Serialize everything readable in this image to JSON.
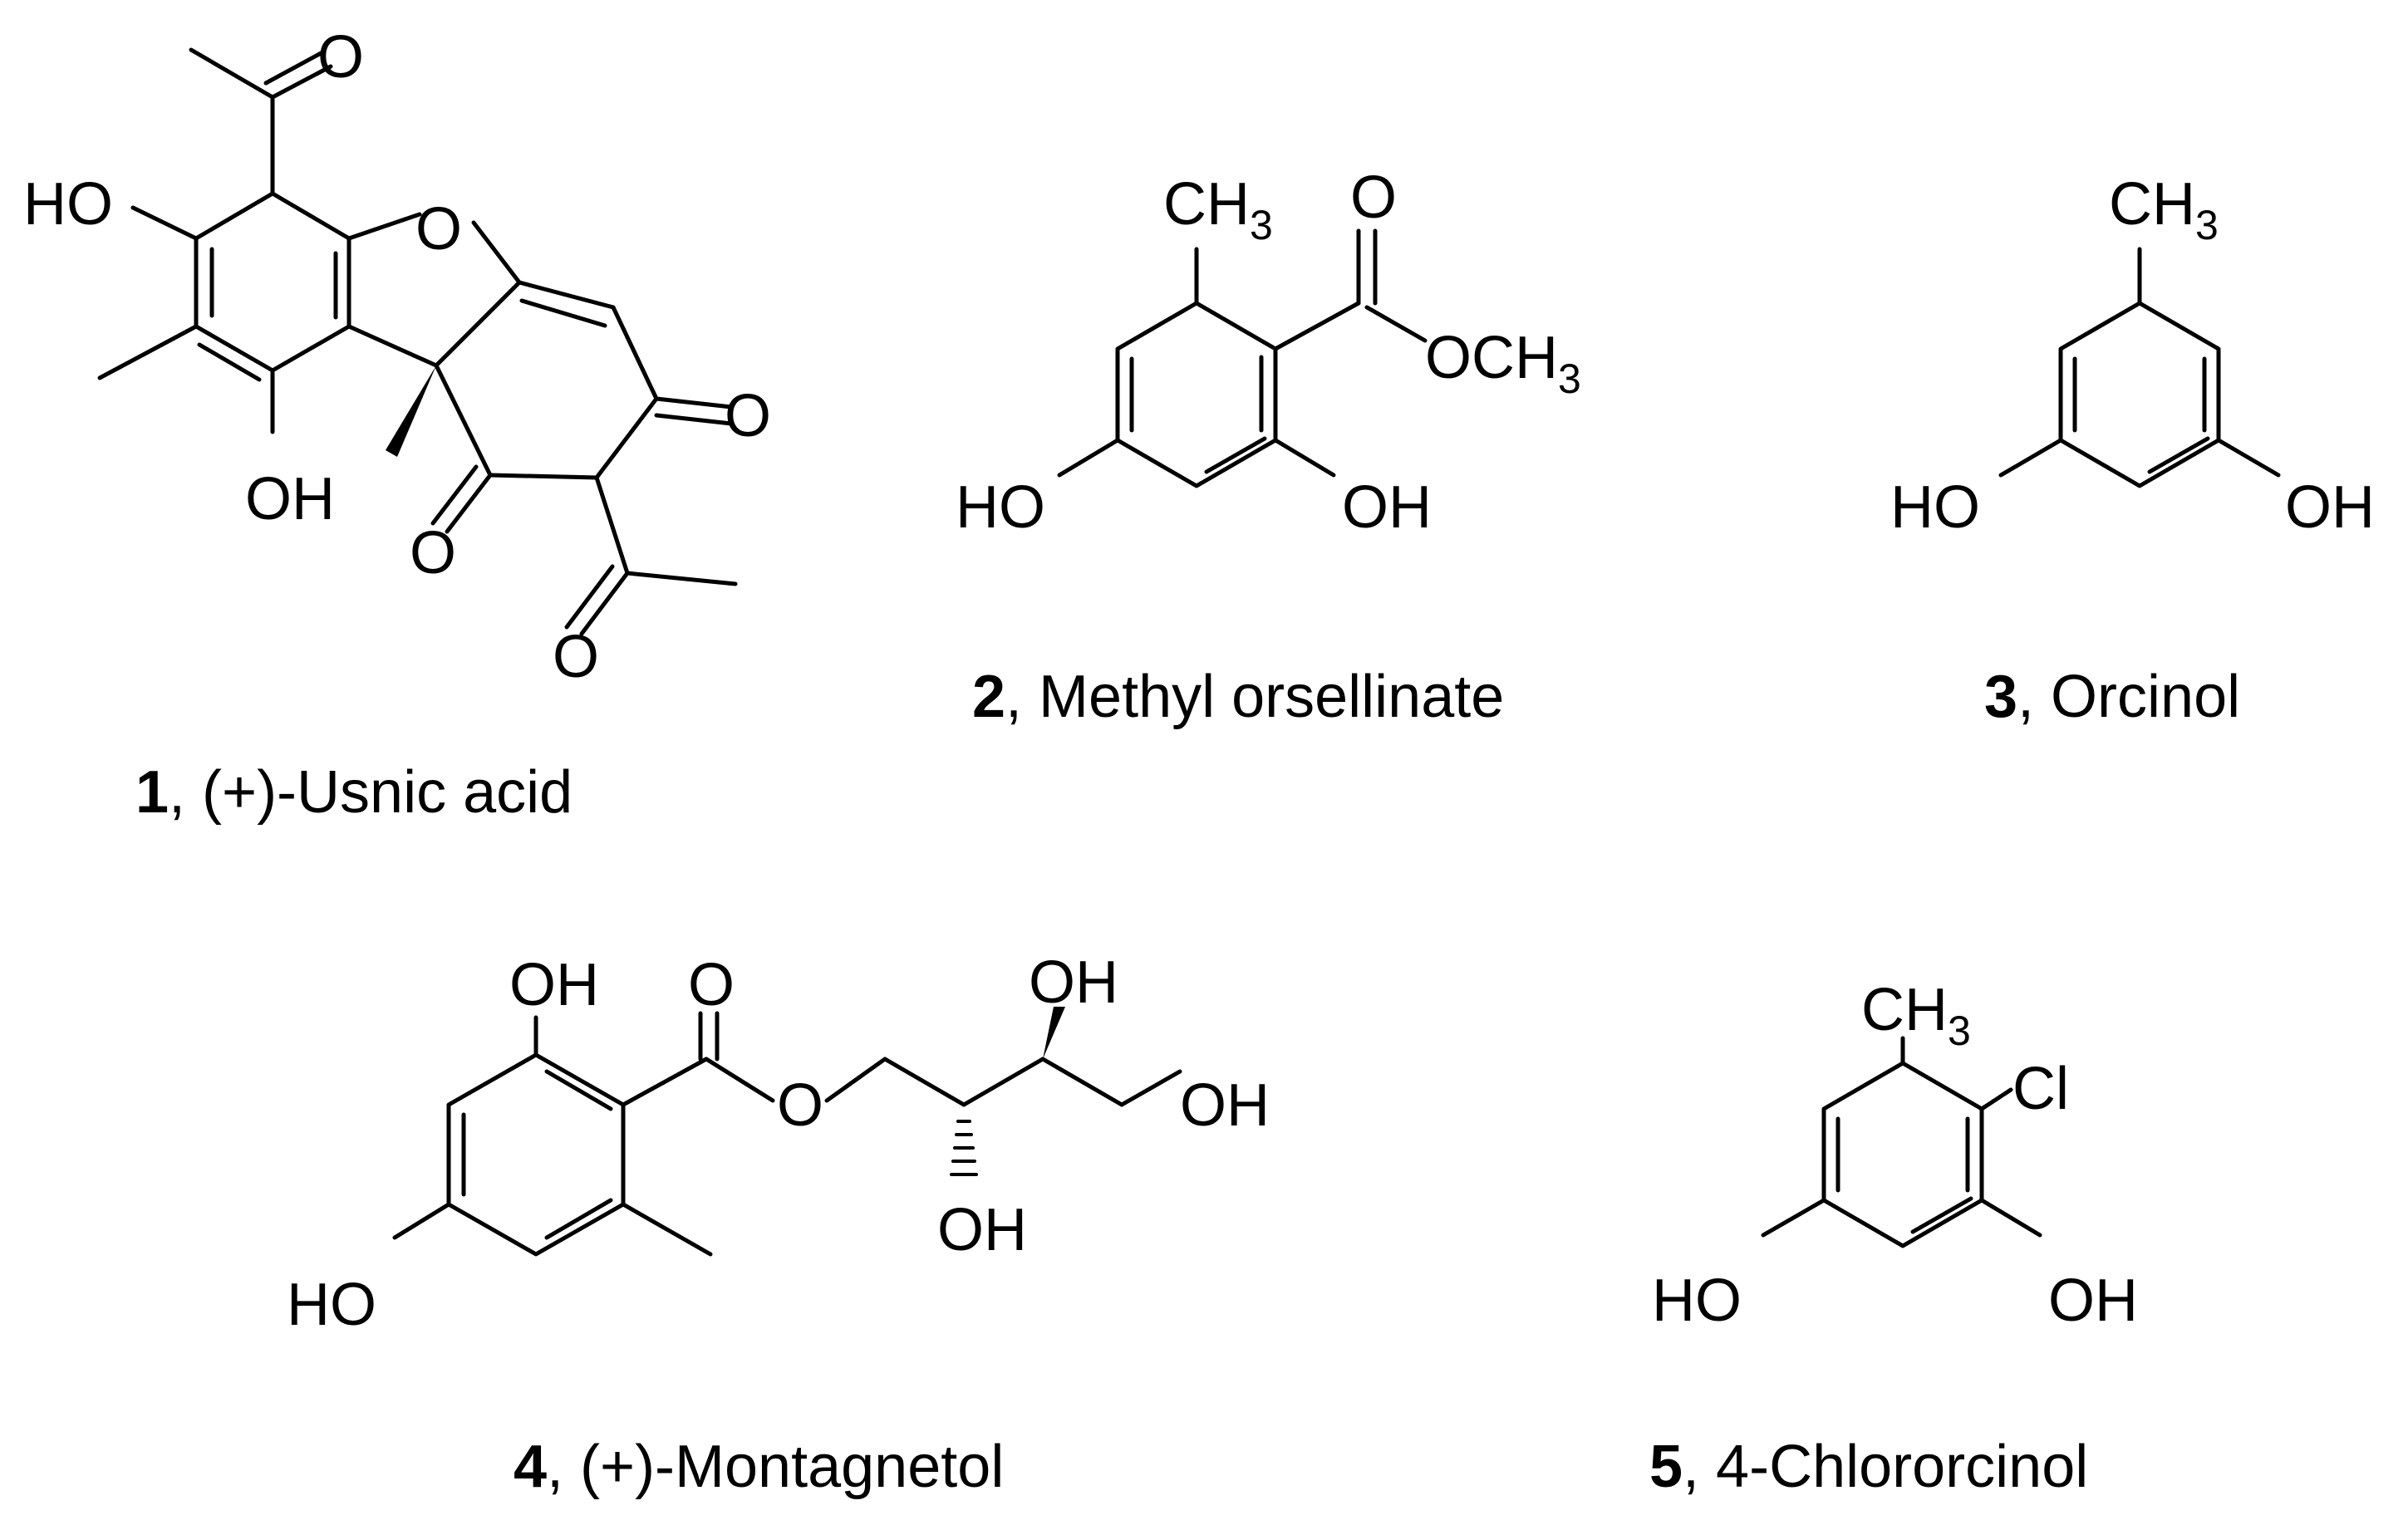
{
  "compounds": [
    {
      "number": "1",
      "name": ", (+)-Usnic acid"
    },
    {
      "number": "2",
      "name": ", Methyl orsellinate"
    },
    {
      "number": "3",
      "name": ", Orcinol"
    },
    {
      "number": "4",
      "name": ", (+)-Montagnetol"
    },
    {
      "number": "5",
      "name": ", 4-Chlororcinol"
    }
  ],
  "atoms": {
    "O": "O",
    "HO": "HO",
    "OH": "OH",
    "CH": "CH",
    "sub3": "3",
    "OCH": "OCH",
    "Cl": "Cl"
  }
}
